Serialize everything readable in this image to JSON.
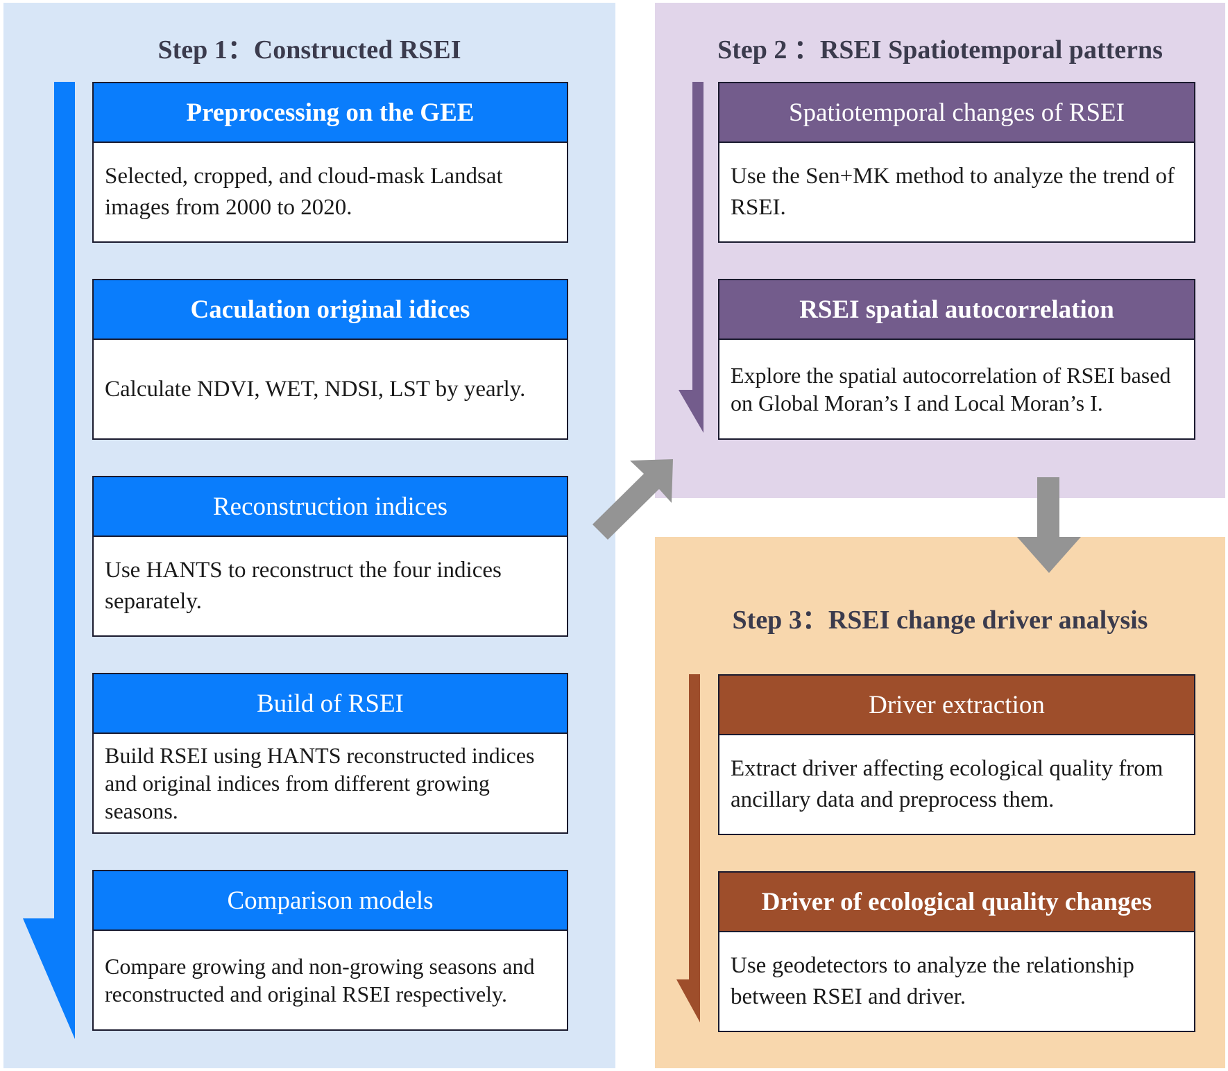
{
  "step1": {
    "title": "Step 1：Constructed RSEI",
    "boxes": [
      {
        "title": "Preprocessing on the GEE",
        "body": "Selected, cropped, and cloud-mask Landsat images from 2000 to 2020."
      },
      {
        "title": "Caculation original idices",
        "body": "Calculate  NDVI, WET, NDSI, LST by yearly."
      },
      {
        "title": "Reconstruction indices",
        "body": "Use HANTS to reconstruct the four indices separately."
      },
      {
        "title": "Build of RSEI",
        "body": "Build RSEI using HANTS reconstructed indices and original indices from different growing seasons."
      },
      {
        "title": "Comparison  models",
        "body": "Compare growing and non-growing seasons and reconstructed and original RSEI respectively."
      }
    ]
  },
  "step2": {
    "title": "Step 2 ：RSEI Spatiotemporal patterns",
    "boxes": [
      {
        "title": "Spatiotemporal changes of RSEI",
        "body": "Use the Sen+MK method to analyze the trend of RSEI."
      },
      {
        "title": "RSEI spatial autocorrelation",
        "body": "Explore the spatial autocorrelation of RSEI based on Global Moran’s I and Local Moran’s I."
      }
    ]
  },
  "step3": {
    "title": "Step 3：RSEI change driver analysis",
    "boxes": [
      {
        "title": "Driver extraction",
        "body": "Extract driver affecting ecological quality from ancillary data and preprocess them."
      },
      {
        "title": "Driver of ecological quality changes",
        "body": "Use geodetectors to analyze the relationship between RSEI and driver."
      }
    ]
  },
  "colors": {
    "panel1_bg": "#d8e6f7",
    "panel2_bg": "#e1d5ea",
    "panel3_bg": "#f8d7ad",
    "blue": "#0a7dfc",
    "purple": "#735c8c",
    "brown": "#9e4e2b",
    "connector_gray": "#949494"
  }
}
